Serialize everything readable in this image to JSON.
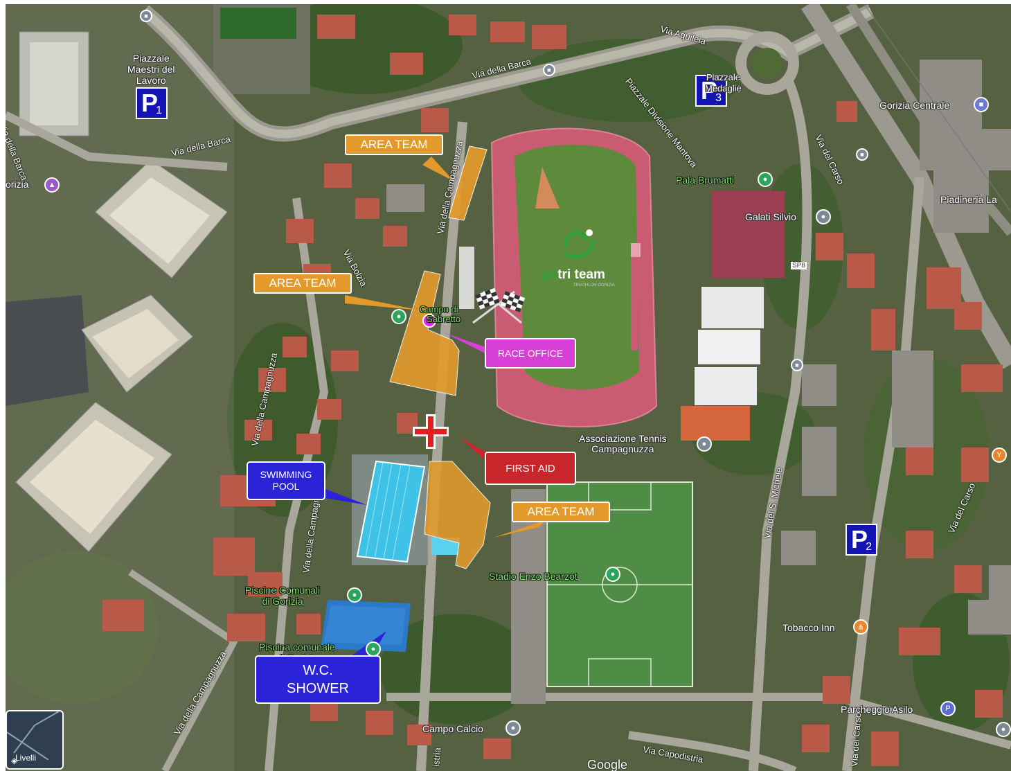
{
  "map": {
    "attribution": "Google",
    "layers_button_label": "Livelli",
    "colors": {
      "area_team": "#e39a2b",
      "race_office": "#d83fd6",
      "first_aid": "#c8262b",
      "service_box": "#2a23d8",
      "parking": "#1414b4",
      "track": "#c95c72",
      "pool": "#3fc2e8"
    }
  },
  "roads": {
    "via_aquileia": "Via Aquileia",
    "via_della_barca_top": "Via della Barca",
    "via_della_barca_mid": "Via della Barca",
    "via_della_barca_left": "Via della Barca",
    "via_della_campagnuzza_1": "Via della Campagnuzza",
    "via_della_campagnuzza_2": "Via della Campagnuzza",
    "via_della_campagnuzza_3": "Via della Campagnuzza",
    "via_della_campagnuzza_4": "Via della Campagnuzza",
    "via_bolzia": "Via Bolzia",
    "via_del_carso_1": "Via del Carso",
    "via_del_carso_2": "Via del Carso",
    "via_del_carso_3": "Via del Carso",
    "via_s_michele": "Via del S. Michele",
    "via_capodistria": "Via Capodistria",
    "piazzale_divisione": "Piazzale Divisione Mantova",
    "istria": "istria",
    "sp8": "SP8"
  },
  "places": {
    "piazzale_maestri_line1": "Piazzale",
    "piazzale_maestri_line2": "Maestri del",
    "piazzale_maestri_line3": "Lavoro",
    "piazzale_right_line1": "Piazzale",
    "piazzale_right_line2": "Medaglie",
    "gorizia_centrale": "Gorizia Centrale",
    "gorizia_left": "orizia",
    "pala_brumatti": "Pala Brumatti",
    "galati_silvio": "Galati Silvio",
    "piadineria": "Piadineria La",
    "campo_sabretto_line1": "Campo di",
    "campo_sabretto_line2": "Sabretto",
    "associazione_tennis_line1": "Associazione Tennis",
    "associazione_tennis_line2": "Campagnuzza",
    "stadio_bearzot": "Stadio Enzo Bearzot",
    "piscine_comunali_line1": "Piscine Comunali",
    "piscine_comunali_line2": "di Gorizia",
    "piscina_comunale_line1": "Piscina comunale",
    "piscina_comunale_line2": "di Gorizia",
    "tobacco_inn": "Tobacco Inn",
    "parcheggio_asilo": "Parcheggio Asilo",
    "campo_calcio": "Campo Calcio"
  },
  "parking": [
    {
      "letter": "P",
      "number": "1"
    },
    {
      "letter": "P",
      "number": "2"
    },
    {
      "letter": "P",
      "number": "3"
    }
  ],
  "callouts": {
    "area_team_top": "AREA TEAM",
    "area_team_mid": "AREA TEAM",
    "area_team_bottom": "AREA TEAM",
    "race_office": "RACE OFFICE",
    "first_aid": "FIRST AID",
    "swimming_pool_line1": "SWIMMING",
    "swimming_pool_line2": "POOL",
    "wc_line1": "W.C.",
    "wc_line2": "SHOWER"
  },
  "logo": {
    "part1": "go",
    "part2": "tri",
    "part3": " team",
    "subtitle": "TRIATHLON GORIZIA"
  }
}
